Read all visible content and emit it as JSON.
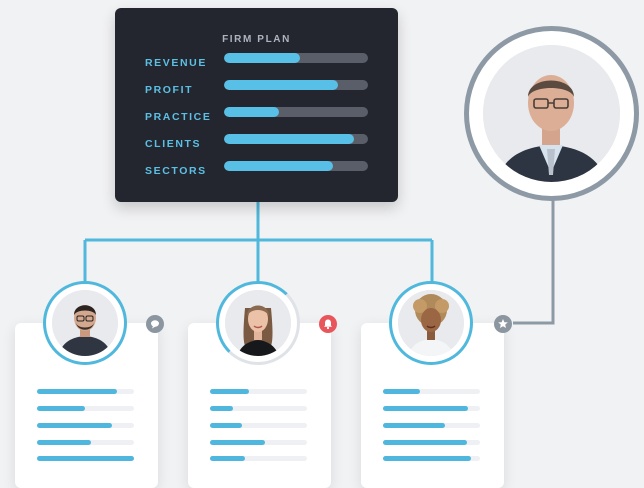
{
  "plan": {
    "title": "FIRM PLAN",
    "metrics": [
      {
        "label": "REVENUE",
        "value": 0.53
      },
      {
        "label": "PROFIT",
        "value": 0.79
      },
      {
        "label": "PRACTICE",
        "value": 0.38
      },
      {
        "label": "CLIENTS",
        "value": 0.9
      },
      {
        "label": "SECTORS",
        "value": 0.76
      }
    ]
  },
  "team": [
    {
      "role": "team-member-1",
      "badge": "chat-icon",
      "badge_color": "#8b96a1",
      "ring": "active",
      "progress": [
        0.82,
        0.49,
        0.77,
        0.56,
        1.0
      ]
    },
    {
      "role": "team-member-2",
      "badge": "bell-icon",
      "badge_color": "#e8565b",
      "ring": "partial",
      "progress": [
        0.4,
        0.24,
        0.33,
        0.57,
        0.36
      ]
    },
    {
      "role": "team-member-3",
      "badge": "star-icon",
      "badge_color": "#8b96a1",
      "ring": "active",
      "progress": [
        0.38,
        0.88,
        0.64,
        0.87,
        0.91
      ]
    }
  ],
  "colors": {
    "accent": "#4fb8dc",
    "panel": "#23262f",
    "connector_blue": "#4fb8dc",
    "connector_grey": "#8d99a5",
    "alert": "#e8565b"
  }
}
